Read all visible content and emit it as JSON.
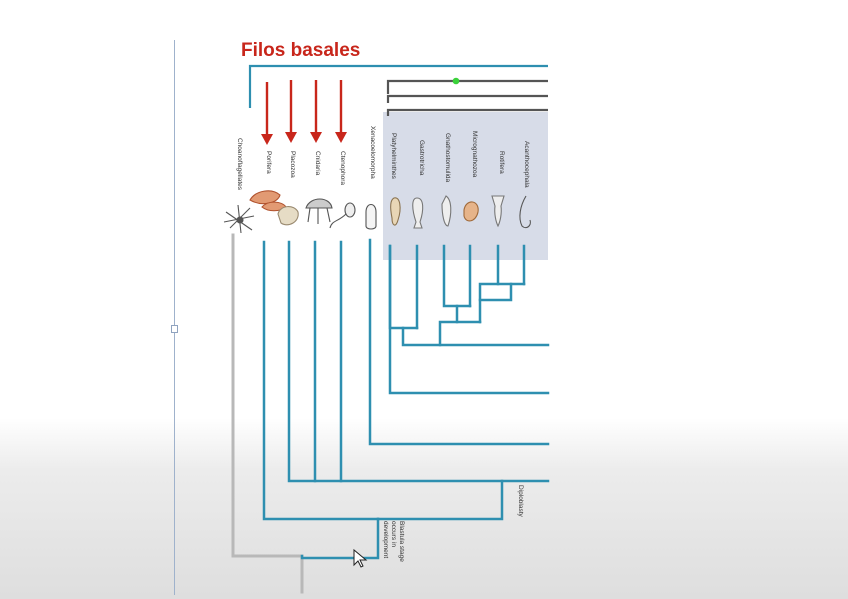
{
  "colors": {
    "branch": "#2e8fb0",
    "outgroup_branch": "#b8b8b8",
    "arrow": "#c8261b",
    "title": "#c8261b",
    "shade": "#d7dce8",
    "bar": "#555555",
    "marker": "#3ad13a"
  },
  "title": "Filos basales",
  "taxa": [
    {
      "id": "choanoflagellates",
      "label": "Choanoflagellates",
      "icon": "choanoflagellate-icon"
    },
    {
      "id": "porifera",
      "label": "Porifera",
      "icon": "sponge-icon"
    },
    {
      "id": "placozoa",
      "label": "Placozoa",
      "icon": "placozoan-icon"
    },
    {
      "id": "cnidaria",
      "label": "Cnidaria",
      "icon": "jellyfish-icon"
    },
    {
      "id": "ctenophora",
      "label": "Ctenophora",
      "icon": "comb-jelly-icon"
    },
    {
      "id": "xenacoelomorpha",
      "label": "Xenacoelomorpha",
      "icon": "acoel-worm-icon"
    },
    {
      "id": "platyhelminthes",
      "label": "Platyhelminthes",
      "icon": "flatworm-icon"
    },
    {
      "id": "gastrotricha",
      "label": "Gastrotricha",
      "icon": "gastrotrich-icon"
    },
    {
      "id": "gnathostomulida",
      "label": "Gnathostomulida",
      "icon": "gnathostomulid-icon"
    },
    {
      "id": "micrognathozoa",
      "label": "Micrognathozoa",
      "icon": "micrognathozoan-icon"
    },
    {
      "id": "rotifera",
      "label": "Rotifera",
      "icon": "rotifer-icon"
    },
    {
      "id": "acanthocephala",
      "label": "Acanthocephala",
      "icon": "hook-worm-icon"
    }
  ],
  "notes": {
    "diploblasty": "Diploblasty",
    "blastula": [
      "Blastula stage",
      "occurs in",
      "development"
    ]
  }
}
